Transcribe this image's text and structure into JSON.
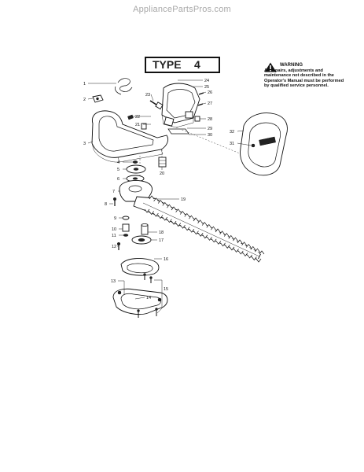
{
  "header": {
    "site": "AppliancePartsPros.com"
  },
  "type_box": {
    "label": "TYPE",
    "number": "4"
  },
  "warning": {
    "title": "WARNING",
    "body": "All repairs, adjustments and maintenance not described in the Operator's Manual must be performed by qualified service personnel."
  },
  "labels": [
    "1",
    "2",
    "3",
    "4",
    "5",
    "6",
    "7",
    "8",
    "9",
    "10",
    "11",
    "12",
    "13",
    "14",
    "15",
    "16",
    "17",
    "18",
    "19",
    "20",
    "21",
    "22",
    "23",
    "24",
    "25",
    "26",
    "27",
    "28",
    "29",
    "30",
    "31",
    "32"
  ]
}
